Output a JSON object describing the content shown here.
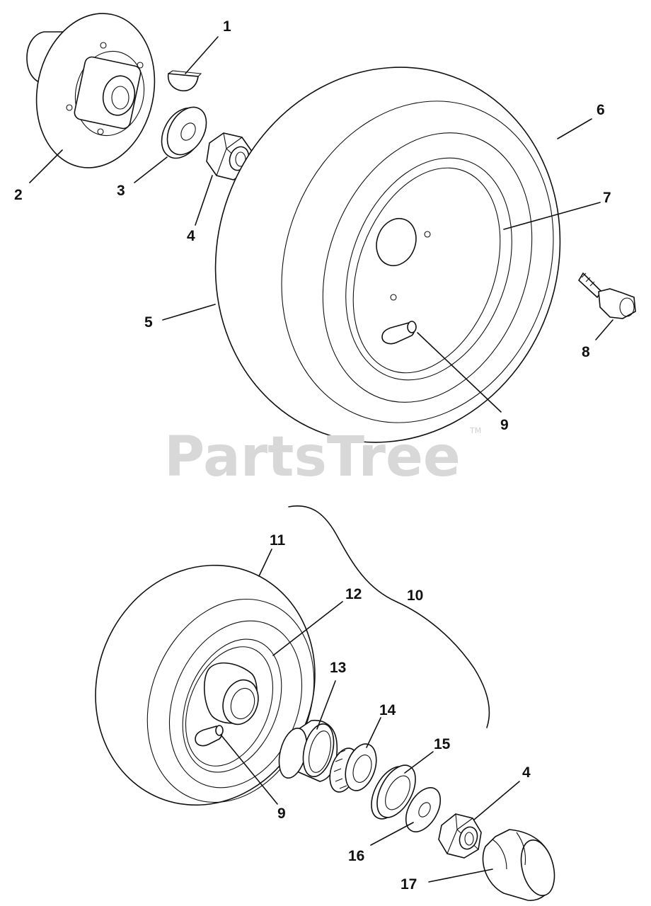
{
  "watermark": {
    "brand": "PartsTree",
    "tm": "TM"
  },
  "callouts": {
    "c1": "1",
    "c2": "2",
    "c3": "3",
    "c4a": "4",
    "c4b": "4",
    "c5": "5",
    "c6": "6",
    "c7": "7",
    "c8": "8",
    "c9a": "9",
    "c9b": "9",
    "c10": "10",
    "c11": "11",
    "c12": "12",
    "c13": "13",
    "c14": "14",
    "c15": "15",
    "c16": "16",
    "c17": "17"
  }
}
